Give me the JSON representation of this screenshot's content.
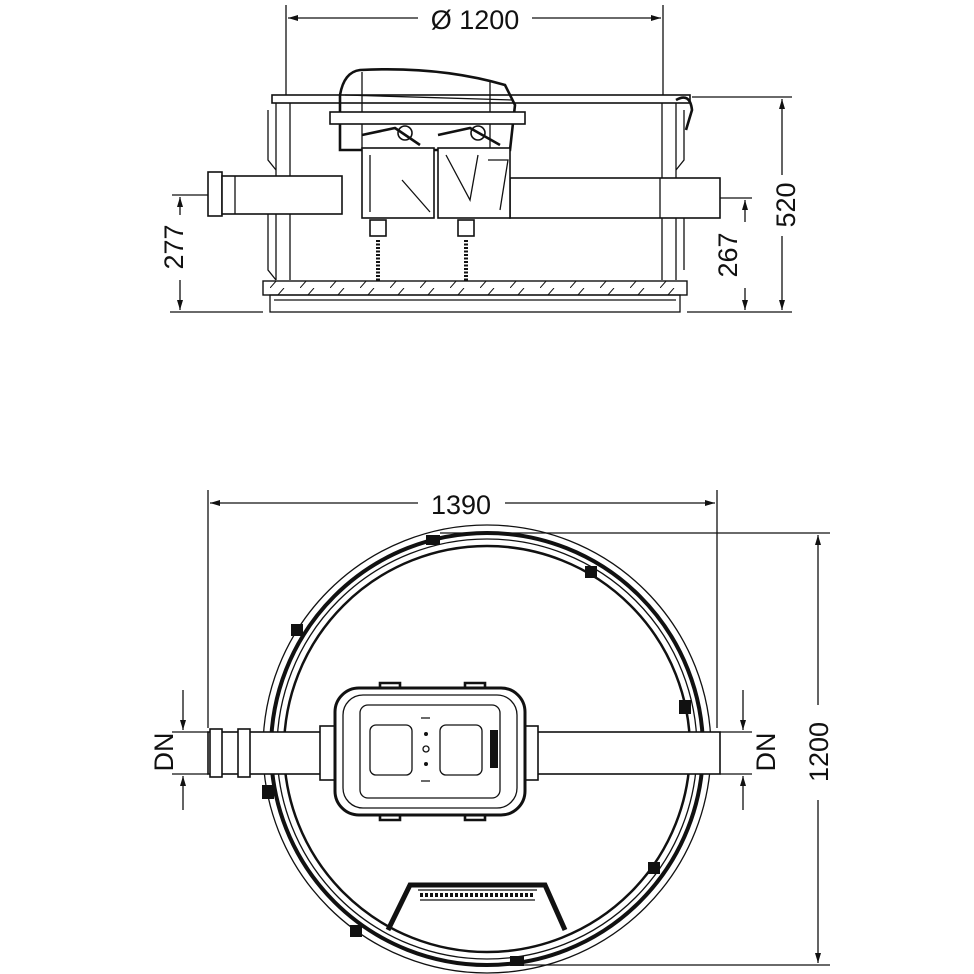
{
  "side_view": {
    "diameter_label": "Ø 1200",
    "height_label": "520",
    "inlet_height_label": "277",
    "outlet_height_label": "267"
  },
  "top_view": {
    "width_label": "1390",
    "diameter_label": "1200",
    "inlet_dn_label": "DN",
    "outlet_dn_label": "DN"
  }
}
